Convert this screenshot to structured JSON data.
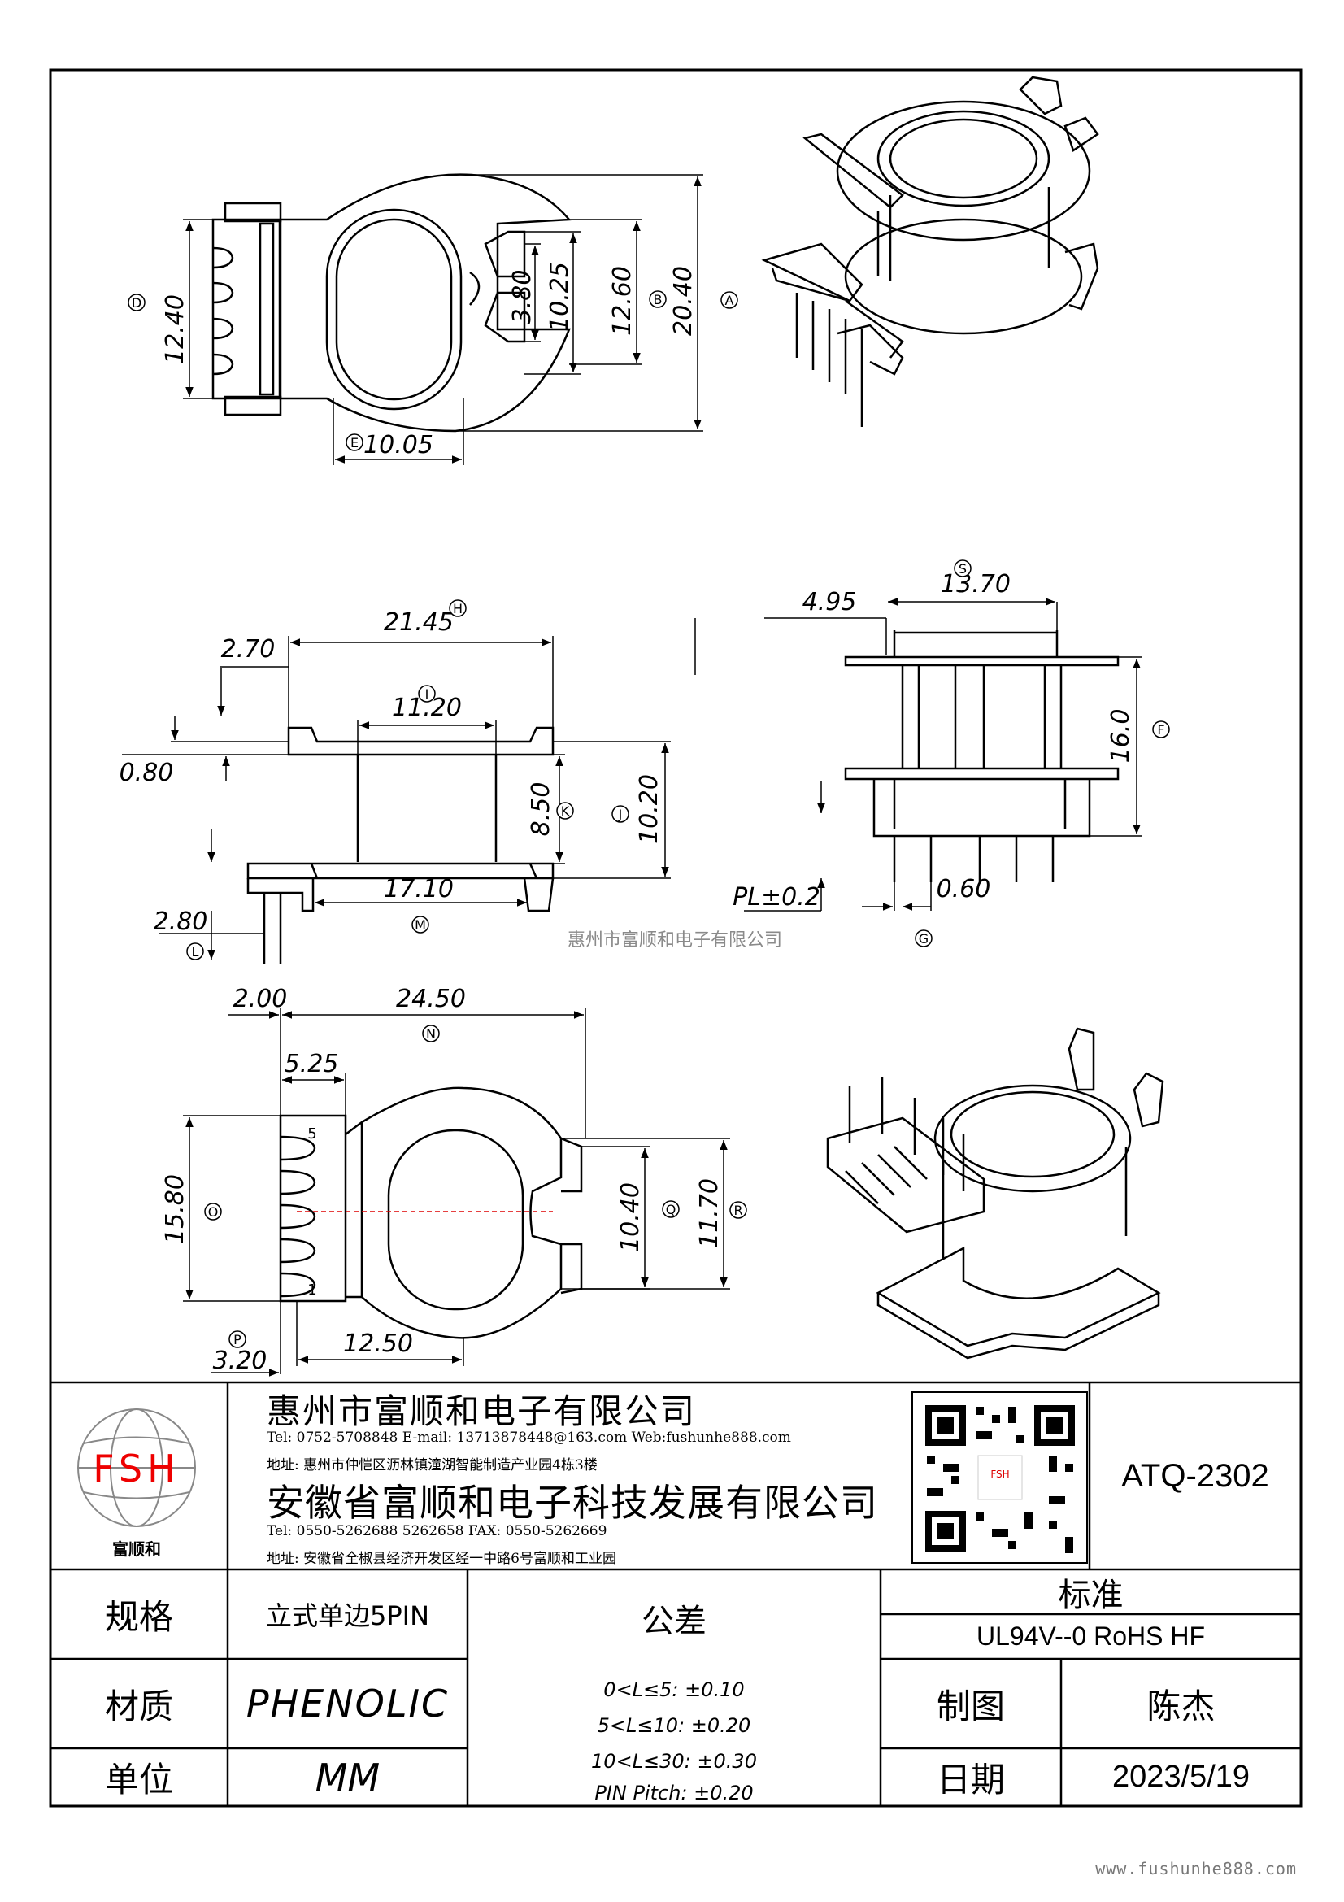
{
  "dimensions": {
    "top_view": {
      "d1": "12.40",
      "d2": "3.80",
      "d3": "10.25",
      "d4": "12.60",
      "d5": "20.40",
      "d6": "10.05"
    },
    "side_view": {
      "d1": "21.45",
      "d2": "2.70",
      "d3": "11.20",
      "d4": "0.80",
      "d5": "8.50",
      "d6": "10.20",
      "d7": "17.10",
      "d8": "2.80"
    },
    "right_view": {
      "d1": "4.95",
      "d2": "13.70",
      "d3": "16.0",
      "d4": "PL±0.2",
      "d5": "0.60"
    },
    "bottom_view": {
      "d1": "2.00",
      "d2": "24.50",
      "d3": "5.25",
      "d4": "15.80",
      "d5": "10.40",
      "d6": "11.70",
      "d7": "12.50",
      "d8": "3.20",
      "pin5": "5",
      "pin1": "1"
    }
  },
  "markers": {
    "A": "A",
    "B": "B",
    "D": "D",
    "E": "E",
    "H": "H",
    "I": "I",
    "K": "K",
    "J": "J",
    "L": "L",
    "M": "M",
    "S": "S",
    "F": "F",
    "G": "G",
    "N": "N",
    "O": "O",
    "Q": "Q",
    "R": "R",
    "P": "P"
  },
  "watermark": "惠州市富顺和电子有限公司",
  "title_block": {
    "logo_text": "FSH",
    "logo_sub": "富顺和",
    "company1": {
      "name": "惠州市富顺和电子有限公司",
      "contact": "Tel: 0752-5708848 E-mail: 13713878448@163.com Web:fushunhe888.com",
      "address": "地址: 惠州市仲恺区沥林镇潼湖智能制造产业园4栋3楼"
    },
    "company2": {
      "name": "安徽省富顺和电子科技发展有限公司",
      "contact": "Tel: 0550-5262688 5262658 FAX: 0550-5262669",
      "address": "地址: 安徽省全椒县经济开发区经一中路6号富顺和工业园"
    },
    "qr_label": "FSH",
    "part_no": "ATQ-2302"
  },
  "specs": {
    "spec_label": "规格",
    "spec_value": "立式单边5PIN",
    "material_label": "材质",
    "material_value": "PHENOLIC",
    "unit_label": "单位",
    "unit_value": "MM",
    "tolerance_label": "公差",
    "tolerances": [
      "0<L≤5: ±0.10",
      "5<L≤10: ±0.20",
      "10<L≤30: ±0.30",
      "PIN Pitch: ±0.20"
    ],
    "standard_label": "标准",
    "standard_value": "UL94V--0  RoHS HF",
    "drawn_label": "制图",
    "drawn_value": "陈杰",
    "date_label": "日期",
    "date_value": "2023/5/19"
  },
  "footer_url": "www.fushunhe888.com"
}
